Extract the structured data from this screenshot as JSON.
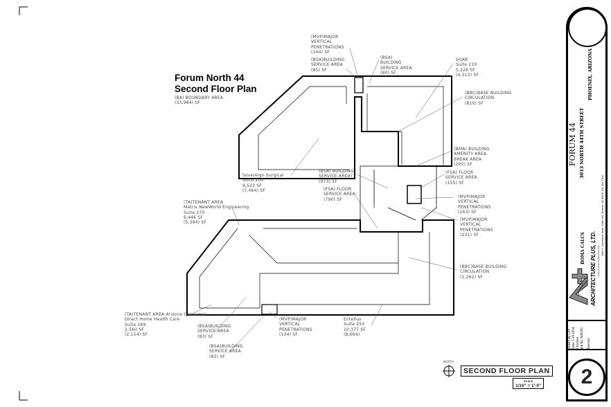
{
  "title": {
    "line1": "Forum North 44",
    "line2": "Second Floor Plan",
    "boundary": [
      "(BA) BOUNDARY AREA",
      "(33,984) SF"
    ]
  },
  "labels": {
    "mvp144": [
      "(MVP)MAJOR",
      "VERTICAL",
      "PENETRATIONS",
      "(144) SF"
    ],
    "bsa85": [
      "(BSA)BUILDING",
      "SERVICE AREA",
      "(85) SF"
    ],
    "bsa80": [
      "(BSA)",
      "BUILDING",
      "SERVICE AREA",
      "(80) SF"
    ],
    "soar": [
      "SOAR",
      "Suite 210",
      "5,226 SF",
      "(4,313) SF"
    ],
    "bbc810": [
      "(BBC)BASE BUILDING",
      "CIRCULATION",
      "(810) SF"
    ],
    "bma290": [
      "(BMA) BUILDING",
      "AMENITY AREA",
      "BREAK AREA",
      "(290) SF"
    ],
    "fsa155": [
      "(FSA) FLOOR",
      "SERVICE AREA",
      "(155) SF"
    ],
    "mvp163": [
      "(MVP)MAJOR",
      "VERTICAL",
      "PENETRATIONS",
      "(163) SF"
    ],
    "mvp231": [
      "(MVP)MAJOR",
      "VERTICAL",
      "PENETRATIONS",
      "(231) SF"
    ],
    "bbc1262": [
      "(BBC)BASE BUILDING",
      "CIRCULATION",
      "(1,262) SF"
    ],
    "sovereign": [
      "Sovereign Surgical",
      "Suite 200",
      "9,523 SF",
      "(7,464) SF"
    ],
    "bsa973": [
      "(BSA) BUILDING",
      "SERVICE AREA?",
      "(973) SF"
    ],
    "fsa790": [
      "(FSA) FLOOR",
      "SERVICE AREA",
      "(790) SF"
    ],
    "matrix": [
      "(TA)TENANT AREA",
      "Matrix NewWorld Engineering",
      "Suite 270",
      "6,446 SF",
      "(5,394) SF"
    ],
    "arizona": [
      "(TA)TENANT AREA Arizona Consumer",
      "Direct Home Health Care",
      "Suite 269",
      "2,560 SF",
      "(2,154) SF"
    ],
    "bsa83a": [
      "(BSA)BUILDING",
      "SERVICE AREA",
      "(83) SF"
    ],
    "bsa83b": [
      "(BSA)BUILDING",
      "SERVICE AREA",
      "(83) SF"
    ],
    "mvp134": [
      "(MVP)MAJOR",
      "VERTICAL",
      "PENETRATIONS",
      "(134) SF"
    ],
    "entellus": [
      "Entellus",
      "Suite 250",
      "10,377 SF",
      "(8,664)"
    ]
  },
  "sheet": {
    "title": "SECOND FLOOR PLAN",
    "scale_label": "SCALE",
    "scale": "1/16\" = 1'-0\"",
    "north": "NORTH",
    "number": "2"
  },
  "titleblock": {
    "project": "FORUM 44",
    "address": "3033 NORTH 44TH STREET",
    "city": "PHOENIX, ARIZONA",
    "drawing": "BOMA CALCS",
    "firm": "ARCHITECTURE PLUS, LTD.",
    "firm_logo": "A+",
    "firm_address": "2009 E. Camelback Road, Suite 100, Phoenix, AZ 85016   602-264-7900",
    "website": "www.architectureplusltd.com",
    "drawn_by": [
      "Drawn By",
      "CXX"
    ],
    "date": [
      "Date",
      "7-29-2004"
    ],
    "checked": [
      "Checked",
      ""
    ],
    "job": [
      "Job No.",
      "N46000"
    ],
    "revised": [
      "Revised",
      ""
    ]
  }
}
